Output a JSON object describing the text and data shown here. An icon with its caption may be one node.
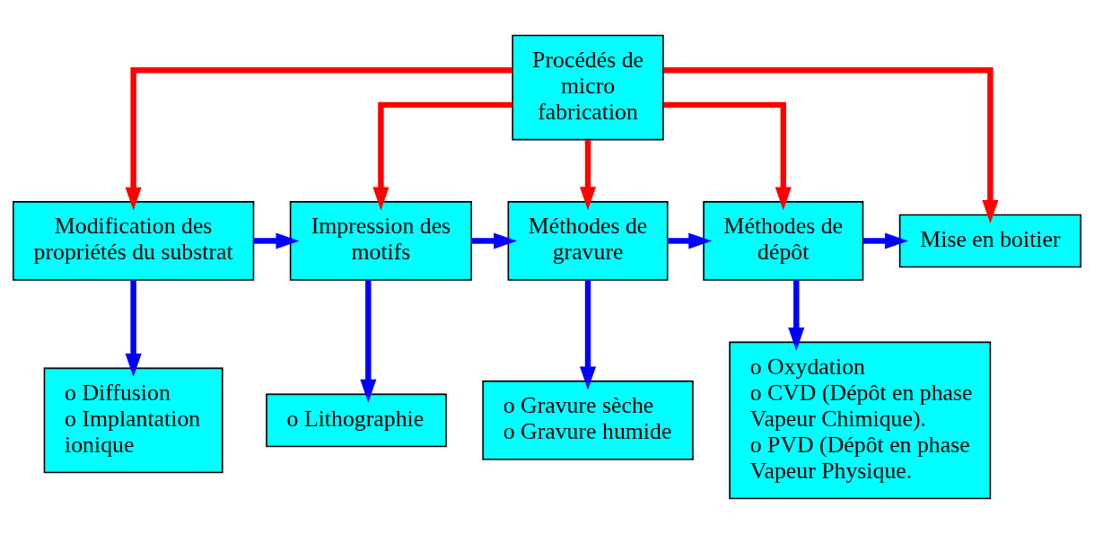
{
  "diagram": {
    "nodes": [
      {
        "text": [
          "Procédés de micro fabrication"
        ]
      },
      {
        "text": [
          "Modification des propriétés du substrat"
        ]
      },
      {
        "text": [
          "Impression des motifs"
        ]
      },
      {
        "text": [
          "Méthodes de gravure"
        ]
      },
      {
        "text": [
          "Méthodes de dépôt"
        ]
      },
      {
        "text": [
          "Mise en boitier"
        ]
      },
      {
        "text": [
          "o Diffusion",
          "o Implantation ionique"
        ]
      },
      {
        "text": [
          "o Lithographie"
        ]
      },
      {
        "text": [
          "o Gravure sèche",
          "o Gravure humide"
        ]
      },
      {
        "text": [
          "o Oxydation",
          "o CVD (Dépôt en phase Vapeur Chimique).",
          "o PVD (Dépôt en phase Vapeur Physique."
        ]
      }
    ],
    "edges": [
      {
        "from": 0,
        "to": 1,
        "arrow": "to",
        "color": "#ff0000"
      },
      {
        "from": 0,
        "to": 2,
        "arrow": "to",
        "color": "#ff0000"
      },
      {
        "from": 0,
        "to": 3,
        "arrow": "to",
        "color": "#ff0000"
      },
      {
        "from": 0,
        "to": 4,
        "arrow": "to",
        "color": "#ff0000"
      },
      {
        "from": 0,
        "to": 5,
        "arrow": "to",
        "color": "#ff0000"
      },
      {
        "from": 1,
        "to": 2,
        "arrow": "to"
      },
      {
        "from": 2,
        "to": 3,
        "arrow": "to"
      },
      {
        "from": 3,
        "to": 4,
        "arrow": "to"
      },
      {
        "from": 4,
        "to": 5,
        "arrow": "to"
      },
      {
        "from": 1,
        "to": 6,
        "arrow": "to"
      },
      {
        "from": 2,
        "to": 7,
        "arrow": "to"
      },
      {
        "from": 3,
        "to": 8,
        "arrow": "to"
      },
      {
        "from": 4,
        "to": 9,
        "arrow": "to"
      }
    ]
  }
}
